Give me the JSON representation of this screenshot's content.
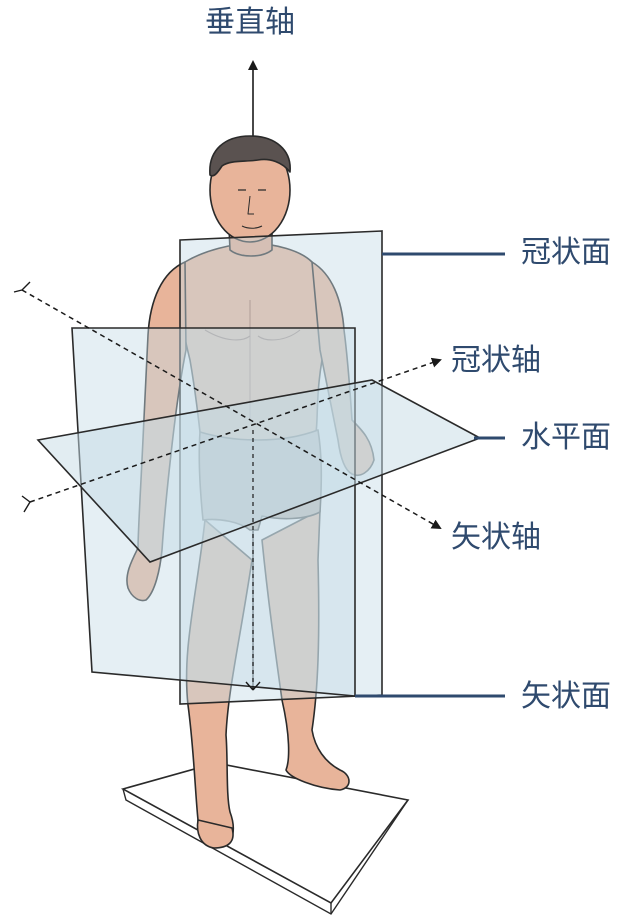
{
  "labels": {
    "vertical_axis": "垂直轴",
    "coronal_plane": "冠状面",
    "coronal_axis": "冠状轴",
    "horizontal_plane": "水平面",
    "sagittal_axis": "矢状轴",
    "sagittal_plane": "矢状面"
  },
  "colors": {
    "label_text": "#2f4a6e",
    "leader_line": "#2f4a6e",
    "plane_fill": "#c6dbe6",
    "skin": "#e8b49a",
    "skin_shadow": "#d4957c",
    "shorts": "#b9aba2",
    "hair": "#5a5250",
    "outline": "#2a2a2a"
  }
}
